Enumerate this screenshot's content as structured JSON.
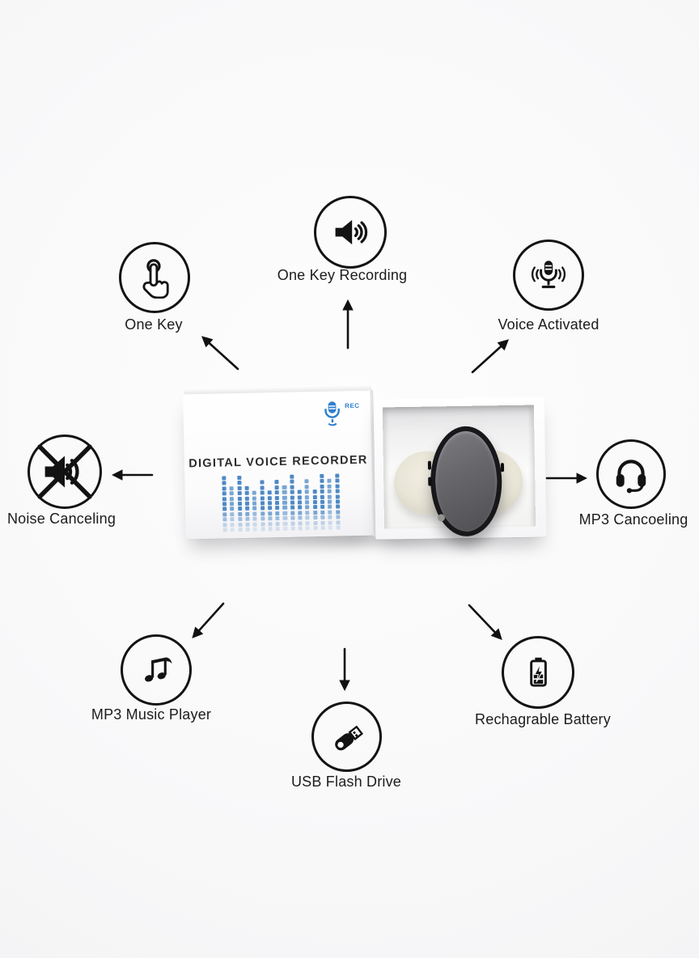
{
  "page": {
    "background": "#f7f7f8",
    "text_color": "#1b1b1b",
    "icon_color": "#131313"
  },
  "product": {
    "box_title": "DIGITAL VOICE RECORDER",
    "logo_text": "REC",
    "logo_color": "#2e7fd0",
    "equalizer": {
      "color": "#3f7fc1",
      "rows": 11,
      "column_start_rows": [
        0,
        2,
        0,
        2,
        3,
        1,
        3,
        1,
        2,
        0,
        3,
        1,
        3,
        0,
        1,
        0
      ],
      "light_columns": [
        1,
        4,
        8,
        11,
        14
      ]
    },
    "device": {
      "shape": "oval voice recorder",
      "body_color": "#5a5a5e",
      "rim_color": "#18181a",
      "insert_color": "#e8e4d6"
    }
  },
  "features": [
    {
      "id": "one-key",
      "label": "One Key",
      "icon": "tap-icon"
    },
    {
      "id": "one-key-recording",
      "label": "One Key Recording",
      "icon": "speaker-icon"
    },
    {
      "id": "voice-activated",
      "label": "Voice Activated",
      "icon": "microphone-icon"
    },
    {
      "id": "noise-canceling",
      "label": "Noise Canceling",
      "icon": "muted-speaker-icon"
    },
    {
      "id": "mp3-cancoeling",
      "label": "MP3 Cancoeling",
      "icon": "headset-icon"
    },
    {
      "id": "mp3-music-player",
      "label": "MP3 Music Player",
      "icon": "music-notes-icon"
    },
    {
      "id": "usb-flash-drive",
      "label": "USB Flash Drive",
      "icon": "usb-icon"
    },
    {
      "id": "rechagrable-battery",
      "label": "Rechagrable Battery",
      "icon": "battery-icon"
    }
  ]
}
